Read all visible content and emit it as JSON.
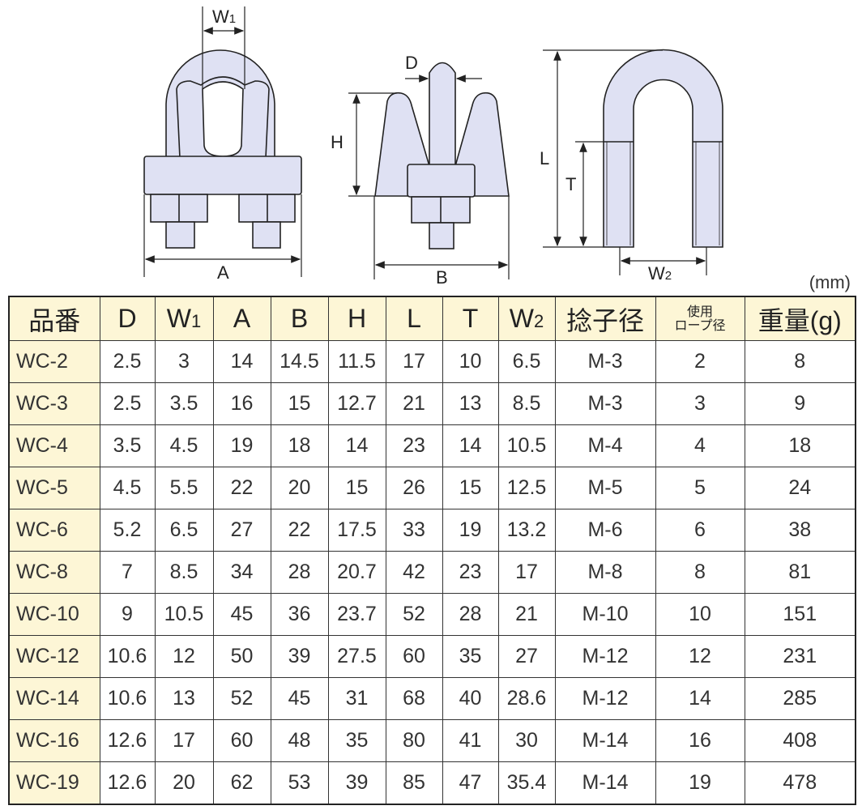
{
  "unit_label": "(mm)",
  "diagram": {
    "front_view": {
      "w1": {
        "base": "W",
        "sub": "1"
      },
      "a": "A"
    },
    "side_view": {
      "d": "D",
      "h": "H",
      "b": "B"
    },
    "u_bolt_view": {
      "l": "L",
      "t": "T",
      "w2": {
        "base": "W",
        "sub": "2"
      }
    },
    "colors": {
      "fill": "#dfe1f3",
      "stroke": "#222222",
      "header_bg": "#fdf6d6"
    }
  },
  "table": {
    "headers": [
      {
        "main": "品番",
        "sub": ""
      },
      {
        "main": "D",
        "sub": ""
      },
      {
        "main": "W",
        "sub": "1"
      },
      {
        "main": "A",
        "sub": ""
      },
      {
        "main": "B",
        "sub": ""
      },
      {
        "main": "H",
        "sub": ""
      },
      {
        "main": "L",
        "sub": ""
      },
      {
        "main": "T",
        "sub": ""
      },
      {
        "main": "W",
        "sub": "2"
      },
      {
        "main": "捻子径",
        "sub": ""
      },
      {
        "main": "使用",
        "sub": "ロープ径"
      },
      {
        "main": "重量(g)",
        "sub": ""
      }
    ],
    "rows": [
      [
        "WC-2",
        "2.5",
        "3",
        "14",
        "14.5",
        "11.5",
        "17",
        "10",
        "6.5",
        "M-3",
        "2",
        "8"
      ],
      [
        "WC-3",
        "2.5",
        "3.5",
        "16",
        "15",
        "12.7",
        "21",
        "13",
        "8.5",
        "M-3",
        "3",
        "9"
      ],
      [
        "WC-4",
        "3.5",
        "4.5",
        "19",
        "18",
        "14",
        "23",
        "14",
        "10.5",
        "M-4",
        "4",
        "18"
      ],
      [
        "WC-5",
        "4.5",
        "5.5",
        "22",
        "20",
        "15",
        "26",
        "15",
        "12.5",
        "M-5",
        "5",
        "24"
      ],
      [
        "WC-6",
        "5.2",
        "6.5",
        "27",
        "22",
        "17.5",
        "33",
        "19",
        "13.2",
        "M-6",
        "6",
        "38"
      ],
      [
        "WC-8",
        "7",
        "8.5",
        "34",
        "28",
        "20.7",
        "42",
        "23",
        "17",
        "M-8",
        "8",
        "81"
      ],
      [
        "WC-10",
        "9",
        "10.5",
        "45",
        "36",
        "23.7",
        "52",
        "28",
        "21",
        "M-10",
        "10",
        "151"
      ],
      [
        "WC-12",
        "10.6",
        "12",
        "50",
        "39",
        "27.5",
        "60",
        "35",
        "27",
        "M-12",
        "12",
        "231"
      ],
      [
        "WC-14",
        "10.6",
        "13",
        "52",
        "45",
        "31",
        "68",
        "40",
        "28.6",
        "M-12",
        "14",
        "285"
      ],
      [
        "WC-16",
        "12.6",
        "17",
        "60",
        "48",
        "35",
        "80",
        "41",
        "30",
        "M-14",
        "16",
        "408"
      ],
      [
        "WC-19",
        "12.6",
        "20",
        "62",
        "53",
        "39",
        "85",
        "47",
        "35.4",
        "M-14",
        "19",
        "478"
      ]
    ]
  }
}
